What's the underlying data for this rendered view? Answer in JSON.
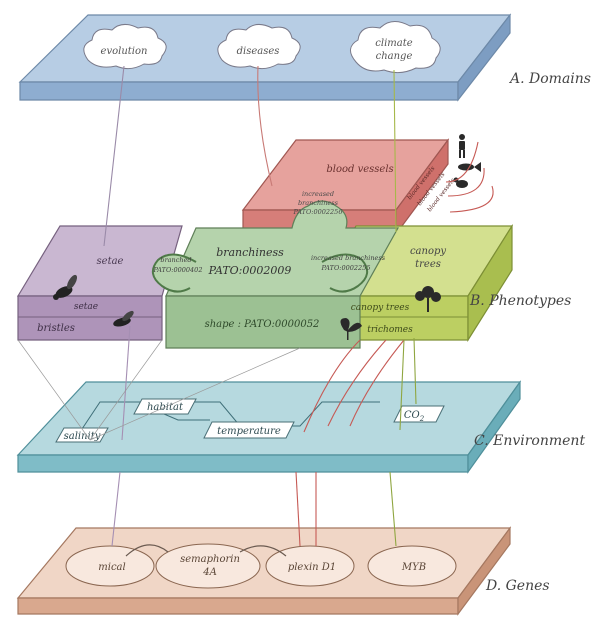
{
  "layers": {
    "domains": "A. Domains",
    "phenotypes": "B. Phenotypes",
    "environment": "C. Environment",
    "genes": "D. Genes"
  },
  "domains": {
    "evolution": "evolution",
    "diseases": "diseases",
    "climate_line1": "climate",
    "climate_line2": "change"
  },
  "phenotypes": {
    "blood_vessels": "blood vessels",
    "blood_vessels_side1": "blood vessels",
    "blood_vessels_side2": "blood vessels",
    "blood_vessels_side3": "blood vessels",
    "inc_branch_top_1": "increased",
    "inc_branch_top_2": "branchiness",
    "inc_branch_top_3": "PATO:0002256",
    "setae": "setae",
    "setae_side": "setae",
    "bristles": "bristles",
    "branched_1": "branched",
    "branched_2": "PATO:0000402",
    "branchiness": "branchiness",
    "branchiness_id": "PATO:0002009",
    "inc_branch_right_1": "increased branchiness",
    "inc_branch_right_2": "PATO:0002255",
    "shape": "shape : PATO:0000052",
    "canopy_1": "canopy",
    "canopy_2": "trees",
    "canopy_side": "canopy trees",
    "trichomes": "trichomes"
  },
  "environment": {
    "salinity": "salinity",
    "habitat": "habitat",
    "temperature": "temperature",
    "co2": "CO",
    "co2_sub": "2"
  },
  "genes": {
    "mical": "mical",
    "sema_1": "semaphorin",
    "sema_2": "4A",
    "plexin": "plexin D1",
    "myb": "MYB"
  },
  "colors": {
    "domains": "#a9c3de",
    "phenotypes_purple": "#b9a5c2",
    "phenotypes_green": "#a9c9a2",
    "phenotypes_lime": "#c5d67e",
    "phenotypes_red": "#d88a85",
    "environment": "#a5cfd6",
    "genes": "#ecc9b3",
    "ink": "#5a5a6a"
  }
}
